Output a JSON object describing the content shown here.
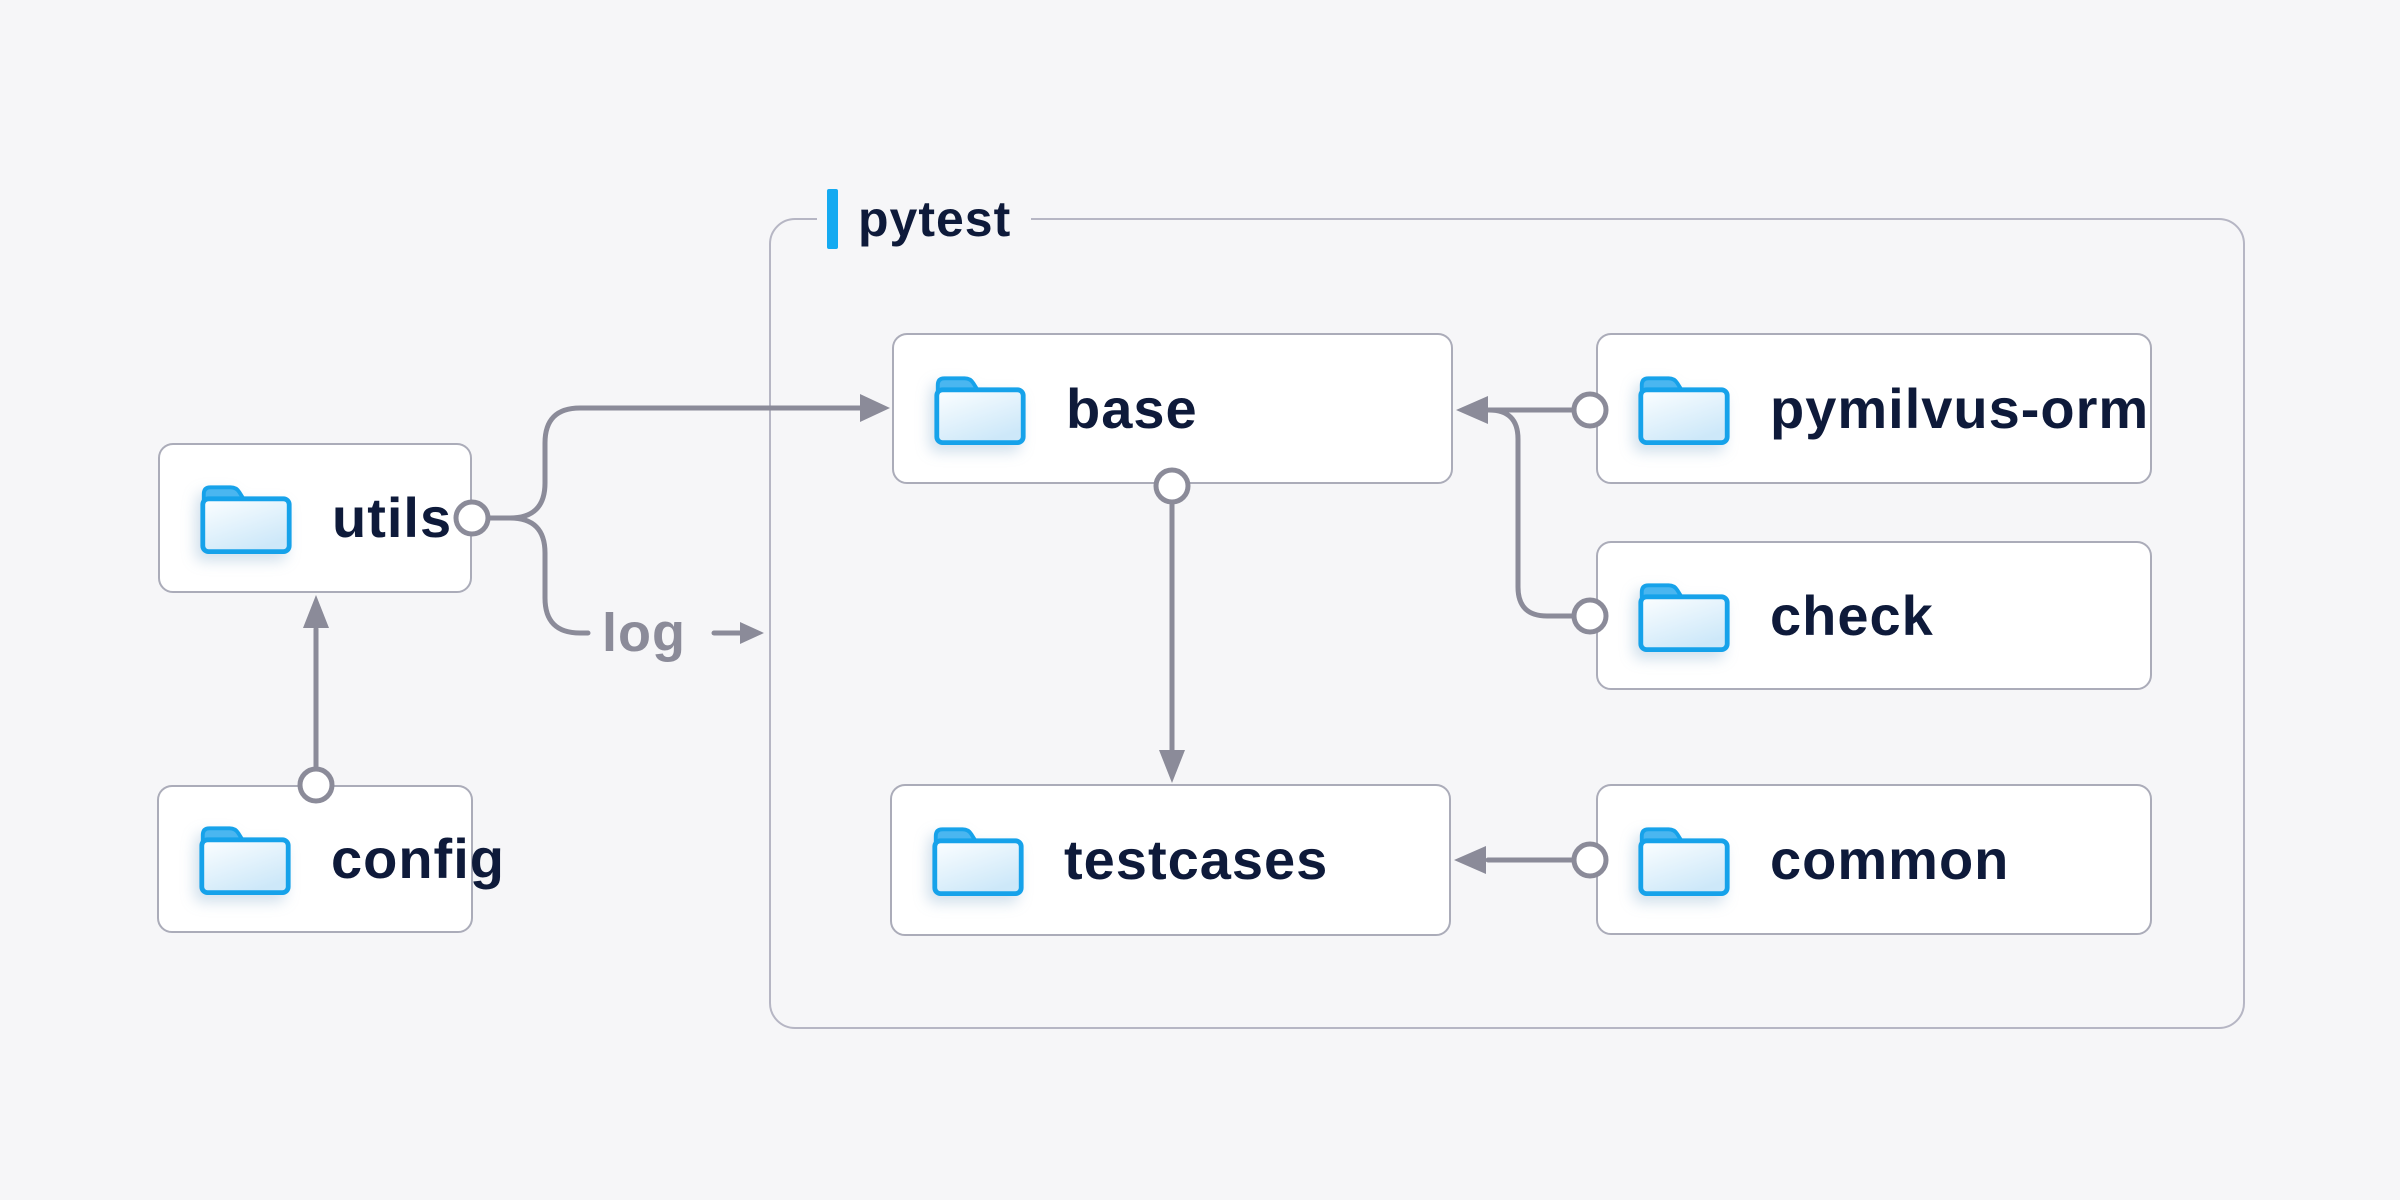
{
  "page": {
    "background_color": "#f6f6f8"
  },
  "diagram": {
    "container": {
      "label": "pytest",
      "accent_bar_color": "#14aaf1",
      "border_color": "#b6b6c4"
    },
    "nodes": [
      {
        "id": "utils",
        "label": "utils",
        "icon": "folder-icon"
      },
      {
        "id": "config",
        "label": "config",
        "icon": "folder-icon"
      },
      {
        "id": "base",
        "label": "base",
        "icon": "folder-icon"
      },
      {
        "id": "testcases",
        "label": "testcases",
        "icon": "folder-icon"
      },
      {
        "id": "pymilvus-orm",
        "label": "pymilvus-orm",
        "icon": "folder-icon"
      },
      {
        "id": "check",
        "label": "check",
        "icon": "folder-icon"
      },
      {
        "id": "common",
        "label": "common",
        "icon": "folder-icon"
      }
    ],
    "edges": [
      {
        "from": "config",
        "to": "utils",
        "style": "arrow"
      },
      {
        "from": "utils",
        "to": "base",
        "style": "arrow"
      },
      {
        "from": "utils",
        "to": "pytest",
        "label": "log",
        "style": "arrow"
      },
      {
        "from": "base",
        "to": "testcases",
        "style": "arrow"
      },
      {
        "from": "pymilvus-orm",
        "to": "base",
        "style": "arrow"
      },
      {
        "from": "check",
        "to": "base",
        "style": "arrow"
      },
      {
        "from": "common",
        "to": "testcases",
        "style": "arrow"
      }
    ],
    "edge_label": {
      "text": "log"
    },
    "colors": {
      "node_text": "#0e1a3a",
      "line": "#8b8b99",
      "node_border": "#abacb9",
      "container_border": "#b6b6c4",
      "accent_blue": "#14aaf1",
      "folder_stroke": "#16a2ea",
      "folder_tab": "#4ab6f0",
      "folder_fill": "#cde8f9",
      "node_background": "#ffffff"
    }
  }
}
